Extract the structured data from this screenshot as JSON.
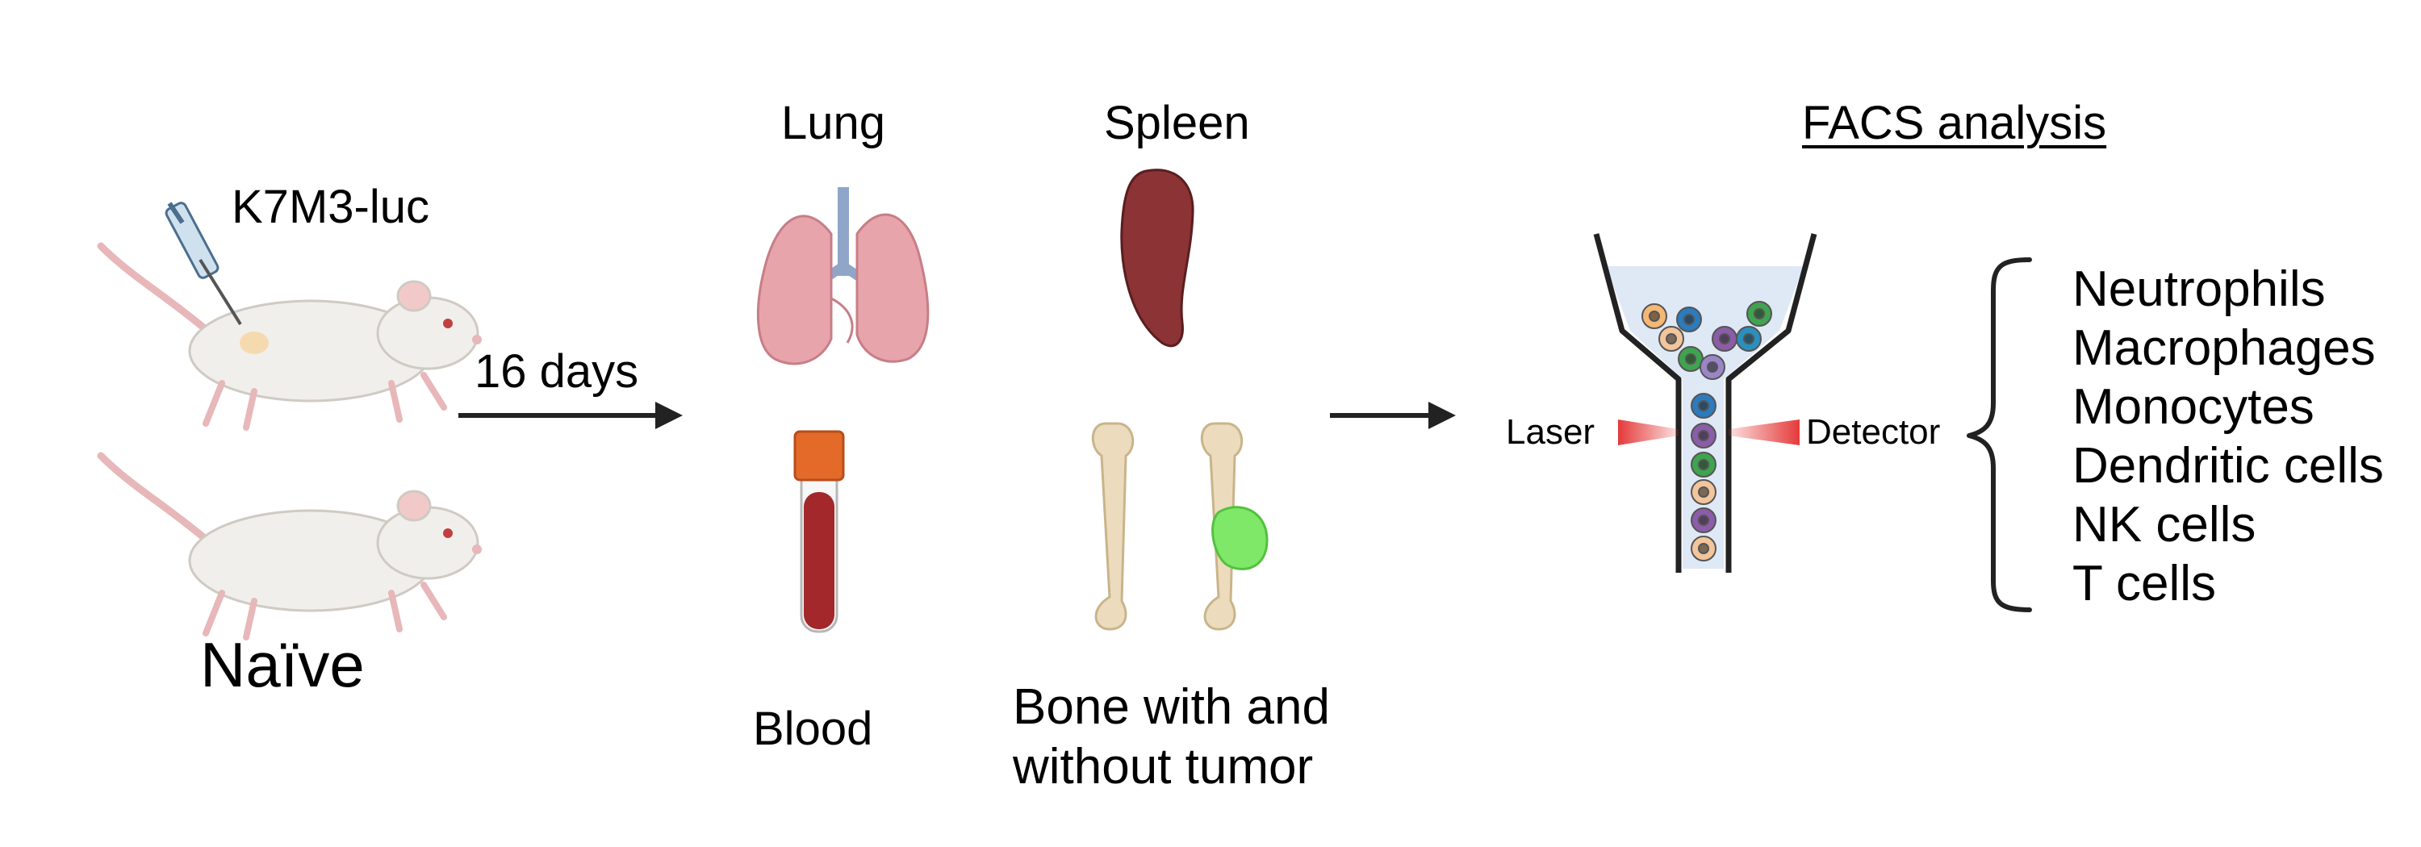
{
  "injection_label": "K7M3-luc",
  "control_label": "Naïve",
  "timepoint_label": "16 days",
  "tissues": {
    "lung": "Lung",
    "spleen": "Spleen",
    "blood": "Blood",
    "bone": [
      "Bone with and",
      "without tumor"
    ]
  },
  "facs": {
    "title": "FACS analysis",
    "laser": "Laser",
    "detector": "Detector",
    "cell_types": [
      "Neutrophils",
      "Macrophages",
      "Monocytes",
      "Dendritic cells",
      "NK cells",
      "T cells"
    ]
  },
  "colors": {
    "mouse_body": "#f1efec",
    "mouse_tail": "#e7b7b9",
    "lung": "#e8a4ab",
    "trachea": "#8fa6c9",
    "spleen": "#8b3335",
    "blood": "#a3282b",
    "tube_cap": "#e46a2a",
    "bone": "#ecdcbd",
    "tumor": "#7fe868",
    "laser_red": "#e53a3a"
  }
}
